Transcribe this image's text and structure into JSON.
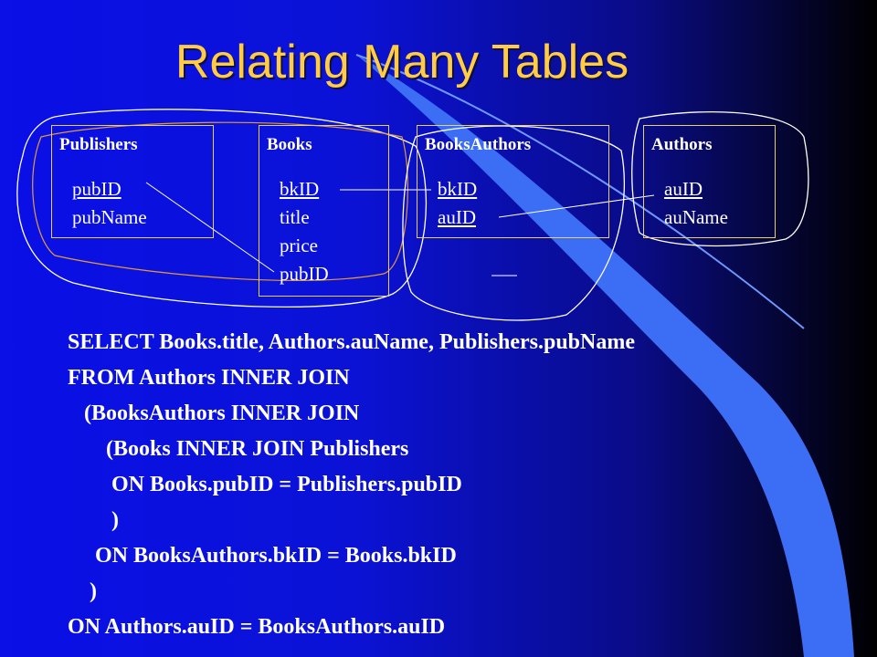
{
  "slide": {
    "title": "Relating Many Tables",
    "colors": {
      "title": "#ffcc44",
      "text": "#ffffff",
      "background_left": "#0a10e6",
      "background_right": "#000000",
      "ribbon": "#3b6ef5"
    }
  },
  "tables": [
    {
      "name": "Publishers",
      "fields": [
        {
          "name": "pubID",
          "key": true
        },
        {
          "name": "pubName",
          "key": false
        }
      ]
    },
    {
      "name": "Books",
      "fields": [
        {
          "name": "bkID",
          "key": true
        },
        {
          "name": "title",
          "key": false
        },
        {
          "name": "price",
          "key": false
        },
        {
          "name": "pubID",
          "key": false
        }
      ]
    },
    {
      "name": "BooksAuthors",
      "fields": [
        {
          "name": "bkID",
          "key": true
        },
        {
          "name": "auID",
          "key": true
        }
      ]
    },
    {
      "name": "Authors",
      "fields": [
        {
          "name": "auID",
          "key": true
        },
        {
          "name": "auName",
          "key": false
        }
      ]
    }
  ],
  "relationships": [
    {
      "from": "Publishers.pubID",
      "to": "Books.pubID"
    },
    {
      "from": "Books.bkID",
      "to": "BooksAuthors.bkID"
    },
    {
      "from": "BooksAuthors.auID",
      "to": "Authors.auID"
    }
  ],
  "sql_lines": [
    "SELECT Books.title, Authors.auName, Publishers.pubName",
    "FROM Authors INNER JOIN",
    "   (BooksAuthors INNER JOIN",
    "       (Books INNER JOIN Publishers",
    "        ON Books.pubID = Publishers.pubID",
    "        )",
    "     ON BooksAuthors.bkID = Books.bkID",
    "    )",
    "ON Authors.auID = BooksAuthors.auID"
  ]
}
